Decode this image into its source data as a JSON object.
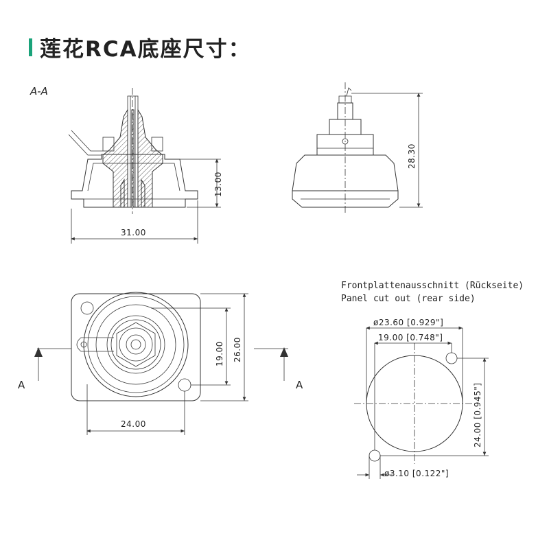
{
  "title": "莲花RCA底座尺寸：",
  "section_label": "A-A",
  "section_arrow_label": "A",
  "dims": {
    "side_width": "31.00",
    "side_height": "13.00",
    "front_height": "28.30",
    "bottom_width": "24.00",
    "bottom_inner_height": "19.00",
    "bottom_outer_height": "26.00",
    "cutout_diameter": "ø23.60 [0.929\"]",
    "cutout_inner": "19.00 [0.748\"]",
    "cutout_height": "24.00 [0.945\"]",
    "hole_diameter": "ø3.10 [0.122\"]"
  },
  "panel_title_de": "Frontplattenausschnitt (Rückseite)",
  "panel_title_en": "Panel cut out (rear side)",
  "colors": {
    "accent": "#1aa37a",
    "line": "#333333"
  }
}
